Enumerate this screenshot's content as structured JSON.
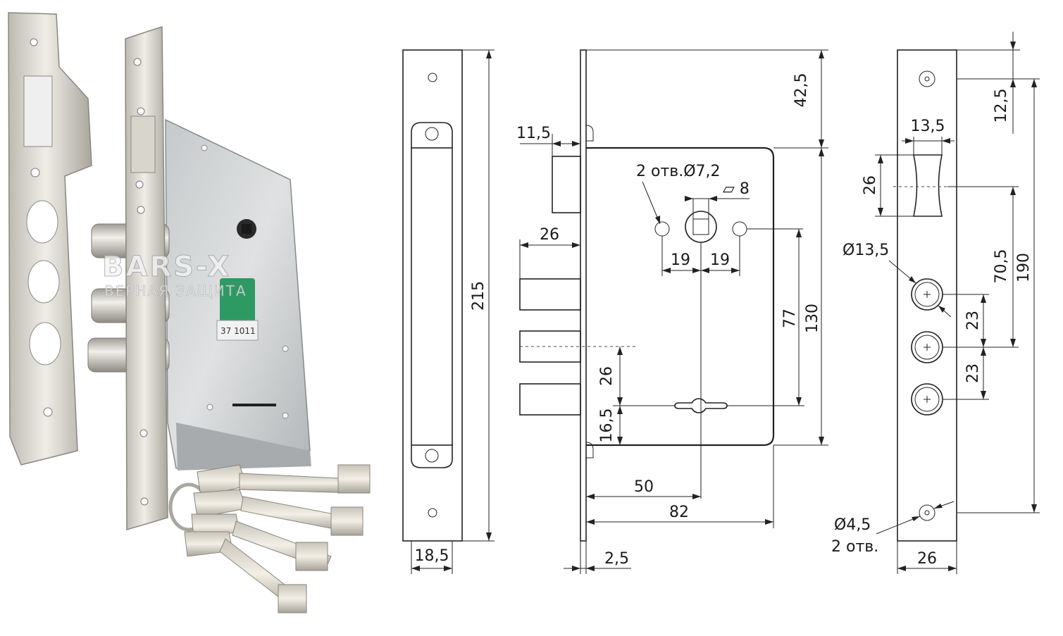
{
  "watermark": {
    "brand": "BARS-X",
    "tagline": "ВЕРНАЯ ЗАЩИТА"
  },
  "box_label": {
    "code": "37 1011"
  },
  "front_view": {
    "height": "215",
    "width": "18,5"
  },
  "side_view": {
    "top_offset": "42,5",
    "latch_projection": "11,5",
    "bolt_projection": "26",
    "holes_label": "2 отв.Ø7,2",
    "spindle_label": "▱ 8",
    "spindle_to_hole_left": "19",
    "spindle_to_hole_right": "19",
    "spindle_to_keyhole": "77",
    "body_height": "130",
    "bolt_spacing": "26",
    "keyhole_to_bottom": "16,5",
    "backset": "50",
    "body_depth": "82",
    "faceplate_thickness": "2,5"
  },
  "faceplate_view": {
    "top_to_hole": "12,5",
    "latch_width": "13,5",
    "latch_height": "26",
    "bolt_diameter": "Ø13,5",
    "latch_to_bolt": "70,5",
    "hole_spacing": "190",
    "bolt_spacing_1": "23",
    "bolt_spacing_2": "23",
    "screw_label_1": "Ø4,5",
    "screw_label_2": "2 отв.",
    "width": "26"
  }
}
